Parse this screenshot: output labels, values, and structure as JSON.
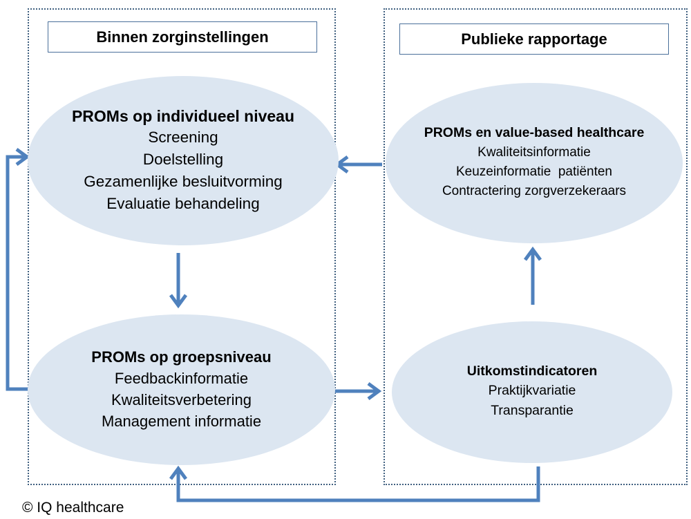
{
  "left_panel": {
    "header": "Binnen zorginstellingen"
  },
  "right_panel": {
    "header": "Publieke rapportage"
  },
  "nodes": {
    "individual": {
      "title": "PROMs op individueel niveau",
      "lines": [
        "Screening",
        "Doelstelling",
        "Gezamenlijke besluitvorming",
        "Evaluatie behandeling"
      ]
    },
    "group": {
      "title": "PROMs op groepsniveau",
      "lines": [
        "Feedbackinformatie",
        "Kwaliteitsverbetering",
        "Management informatie"
      ]
    },
    "value_based": {
      "title": "PROMs en value-based healthcare",
      "lines": [
        "Kwaliteitsinformatie",
        "Keuzeinformatie  patiënten",
        "Contractering zorgverzekeraars"
      ]
    },
    "outcome": {
      "title": "Uitkomstindicatoren",
      "lines": [
        "Praktijkvariatie",
        "Transparantie"
      ]
    }
  },
  "copyright": "© IQ healthcare",
  "colors": {
    "arrow": "#4f81bd",
    "ellipse_fill": "#dce6f1",
    "panel_border": "#3f5f7f"
  }
}
